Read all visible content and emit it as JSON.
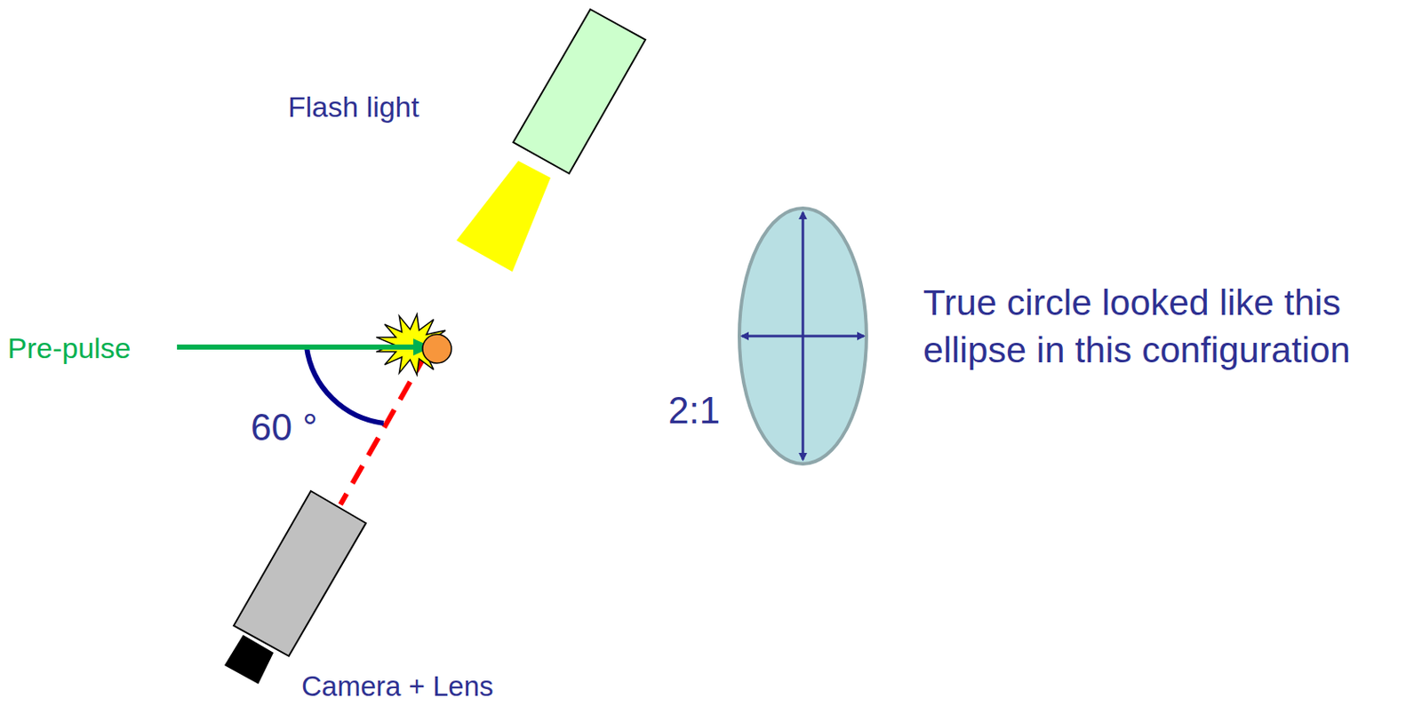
{
  "diagram": {
    "labels": [
      "Flash light",
      "Pre-pulse",
      "60 °",
      "2:1",
      "True circle looked like this ellipse in this configuration",
      "Camera + Lens"
    ]
  }
}
